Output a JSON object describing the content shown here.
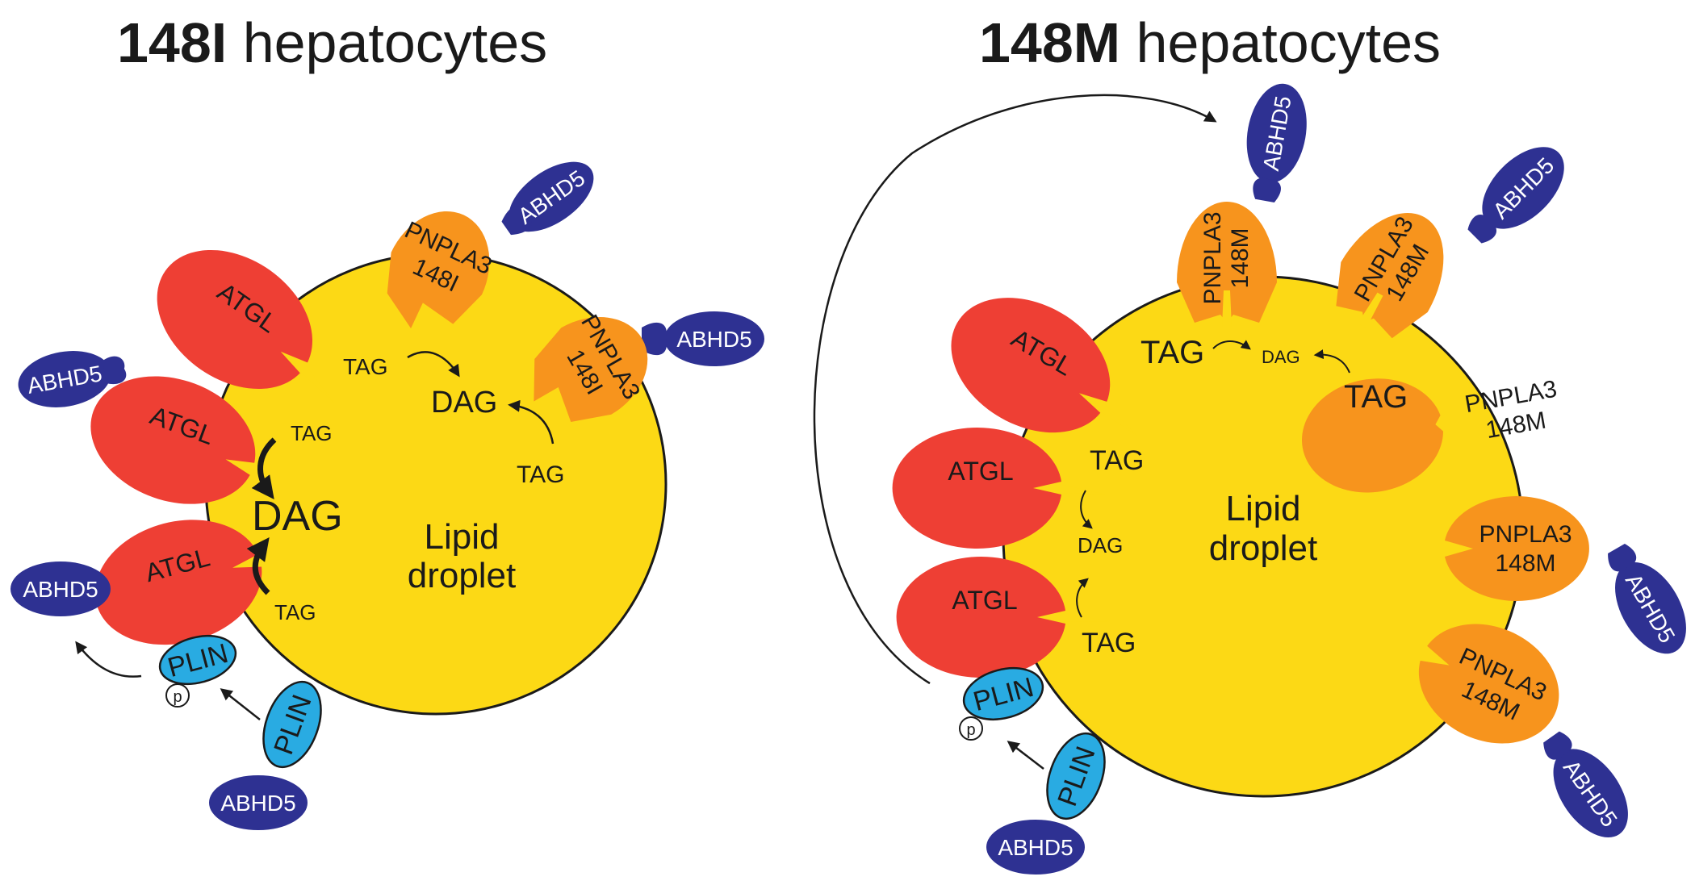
{
  "left_panel": {
    "title_bold": "148I",
    "title_rest": " hepatocytes",
    "droplet": [
      "Lipid",
      "droplet"
    ],
    "atgl": [
      "ATGL",
      "ATGL",
      "ATGL"
    ],
    "pnpla3": [
      [
        "PNPLA3",
        "148I"
      ],
      [
        "PNPLA3",
        "148I"
      ]
    ],
    "abhd5": [
      "ABHD5",
      "ABHD5",
      "ABHD5",
      "ABHD5",
      "ABHD5"
    ],
    "plin": [
      "PLIN",
      "PLIN"
    ],
    "phospho": "p",
    "tag": [
      "TAG",
      "TAG",
      "TAG",
      "TAG"
    ],
    "dag": [
      "DAG",
      "DAG"
    ]
  },
  "right_panel": {
    "title_bold": "148M",
    "title_rest": " hepatocytes",
    "droplet": [
      "Lipid",
      "droplet"
    ],
    "atgl": [
      "ATGL",
      "ATGL",
      "ATGL"
    ],
    "pnpla3": [
      [
        "PNPLA3",
        "148M"
      ],
      [
        "PNPLA3",
        "148M"
      ],
      [
        "PNPLA3",
        "148M"
      ],
      [
        "PNPLA3",
        "148M"
      ],
      [
        "PNPLA3",
        "148M"
      ]
    ],
    "abhd5": [
      "ABHD5",
      "ABHD5",
      "ABHD5",
      "ABHD5",
      "ABHD5"
    ],
    "plin": [
      "PLIN",
      "PLIN"
    ],
    "phospho": "p",
    "tag": [
      "TAG",
      "TAG",
      "TAG",
      "TAG"
    ],
    "dag": [
      "DAG",
      "DAG"
    ]
  },
  "colors": {
    "droplet": "#fcd915",
    "atgl": "#ee3f34",
    "pnpla3": "#f7941d",
    "abhd5": "#2e3192",
    "plin": "#29abe2"
  }
}
